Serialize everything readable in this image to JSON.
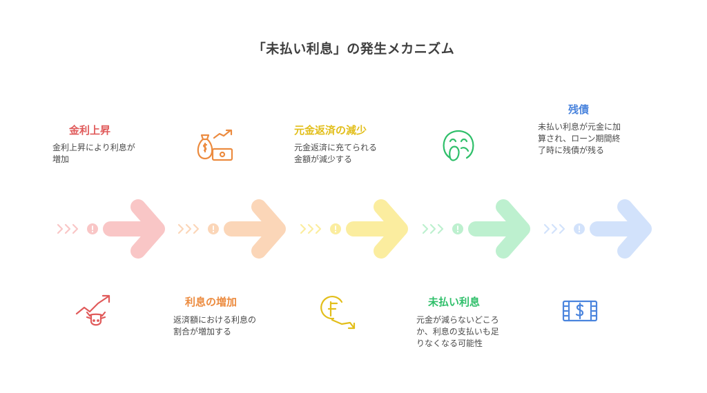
{
  "title": "「未払い利息」の発生メカニズム",
  "steps": [
    {
      "title": "金利上昇",
      "desc": "金利上昇により利息が増加",
      "color": "#e05a5a",
      "icon": "rising-arrow-bull-icon"
    },
    {
      "title": "利息の増加",
      "desc": "返済額における利息の割合が増加する",
      "color": "#ec8b3f",
      "icon": "money-bag-growth-icon"
    },
    {
      "title": "元金返済の減少",
      "desc": "元金返済に充てられる金額が減少する",
      "color": "#e2be1a",
      "icon": "declining-coin-icon"
    },
    {
      "title": "未払い利息",
      "desc": "元金が減らないどころか、利息の支払いも足りなくなる可能性",
      "color": "#2fbf6a",
      "icon": "worried-face-icon"
    },
    {
      "title": "残債",
      "desc": "未払い利息が元金に加算され、ローン期間終了時に残債が残る",
      "color": "#4a84dd",
      "icon": "cash-bills-icon"
    }
  ],
  "flow_colors": [
    "#f9c6c6",
    "#fbd6b8",
    "#fbed9f",
    "#bdf0cf",
    "#d2e2fb"
  ]
}
